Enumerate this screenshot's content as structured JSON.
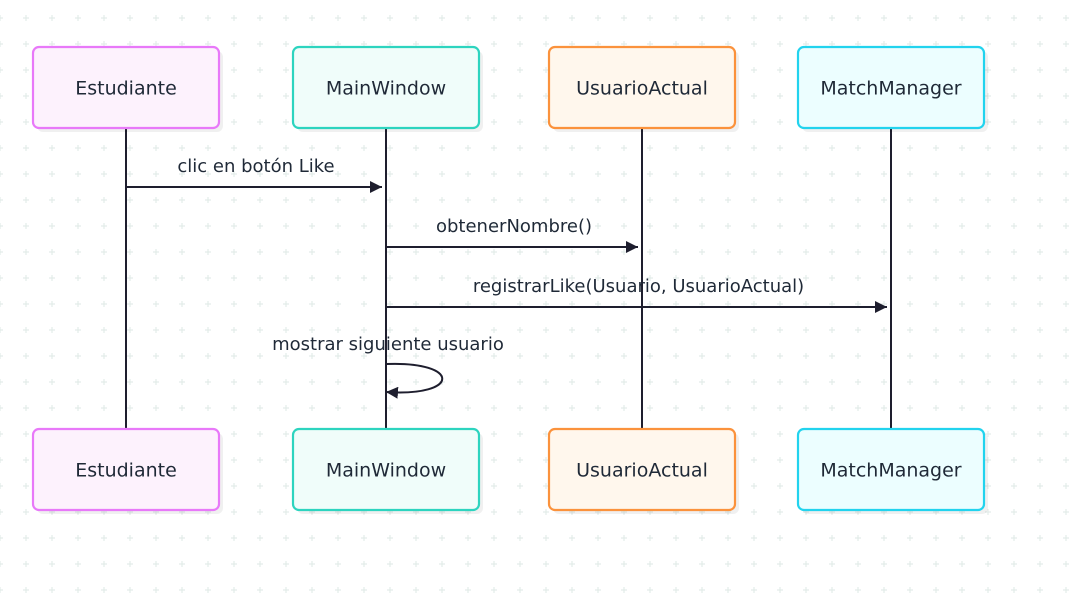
{
  "diagram": {
    "type": "sequence",
    "participants": [
      {
        "id": "estudiante",
        "label": "Estudiante",
        "fill": "#fdf2fd",
        "stroke": "#e879f9"
      },
      {
        "id": "mainwindow",
        "label": "MainWindow",
        "fill": "#f0fdfa",
        "stroke": "#2dd4bf"
      },
      {
        "id": "usuarioactual",
        "label": "UsuarioActual",
        "fill": "#fff7ed",
        "stroke": "#fb923c"
      },
      {
        "id": "matchmanager",
        "label": "MatchManager",
        "fill": "#ecfeff",
        "stroke": "#22d3ee"
      }
    ],
    "messages": [
      {
        "from": "estudiante",
        "to": "mainwindow",
        "label": "clic en botón Like"
      },
      {
        "from": "mainwindow",
        "to": "usuarioactual",
        "label": "obtenerNombre()"
      },
      {
        "from": "mainwindow",
        "to": "matchmanager",
        "label": "registrarLike(Usuario, UsuarioActual)"
      },
      {
        "from": "mainwindow",
        "to": "mainwindow",
        "label": "mostrar siguiente usuario"
      }
    ]
  },
  "colors": {
    "line": "#1e1e2e",
    "text": "#1f2937",
    "grid": "#e3ece9",
    "background": "#ffffff"
  }
}
